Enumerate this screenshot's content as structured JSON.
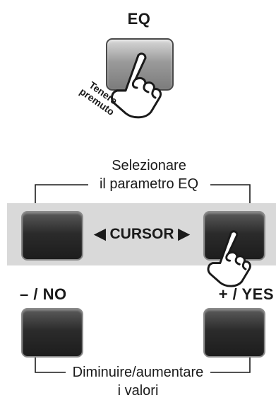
{
  "eq": {
    "label": "EQ",
    "hold_text_line1": "Tenere",
    "hold_text_line2": "premuto"
  },
  "select_caption": {
    "line1": "Selezionare",
    "line2": "il parametro EQ"
  },
  "cursor": {
    "left_arrow": "◀",
    "label": "CURSOR",
    "right_arrow": "▶"
  },
  "minus_no": {
    "label": "– / NO"
  },
  "plus_yes": {
    "label": "+ / YES"
  },
  "adjust_caption": {
    "line1": "Diminuire/aumentare",
    "line2": "i valori"
  },
  "colors": {
    "panel": "#d9d9d9",
    "key_dark": "#2b2b2b",
    "key_gray": "#9a9a9a",
    "line": "#1a1a1a"
  }
}
